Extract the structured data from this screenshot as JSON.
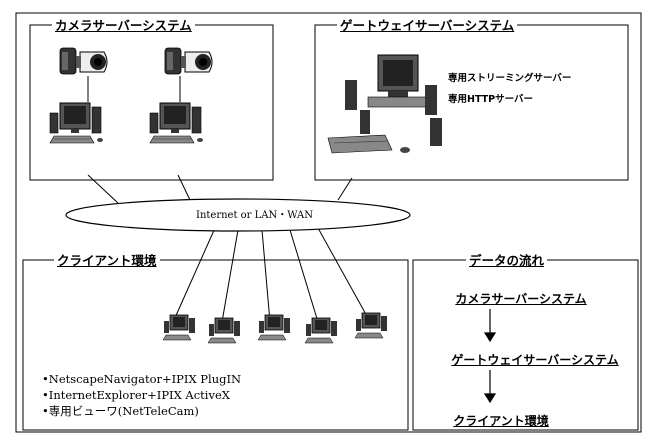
{
  "camera_system": {
    "title": "カメラサーバーシステム"
  },
  "gateway_system": {
    "title": "ゲートウェイサーバーシステム",
    "server_labels": [
      "専用ストリーミングサーバー",
      "専用HTTPサーバー"
    ]
  },
  "network": {
    "label": "Internet or LAN・WAN"
  },
  "client_env": {
    "title": "クライアント環境",
    "software": [
      "•NetscapeNavigator+IPIX PlugIN",
      "•InternetExplorer+IPIX ActiveX",
      "•専用ビューワ(NetTeleCam)"
    ]
  },
  "data_flow": {
    "title": "データの流れ",
    "steps": [
      "カメラサーバーシステム",
      "ゲートウェイサーバーシステム",
      "クライアント環境"
    ]
  }
}
